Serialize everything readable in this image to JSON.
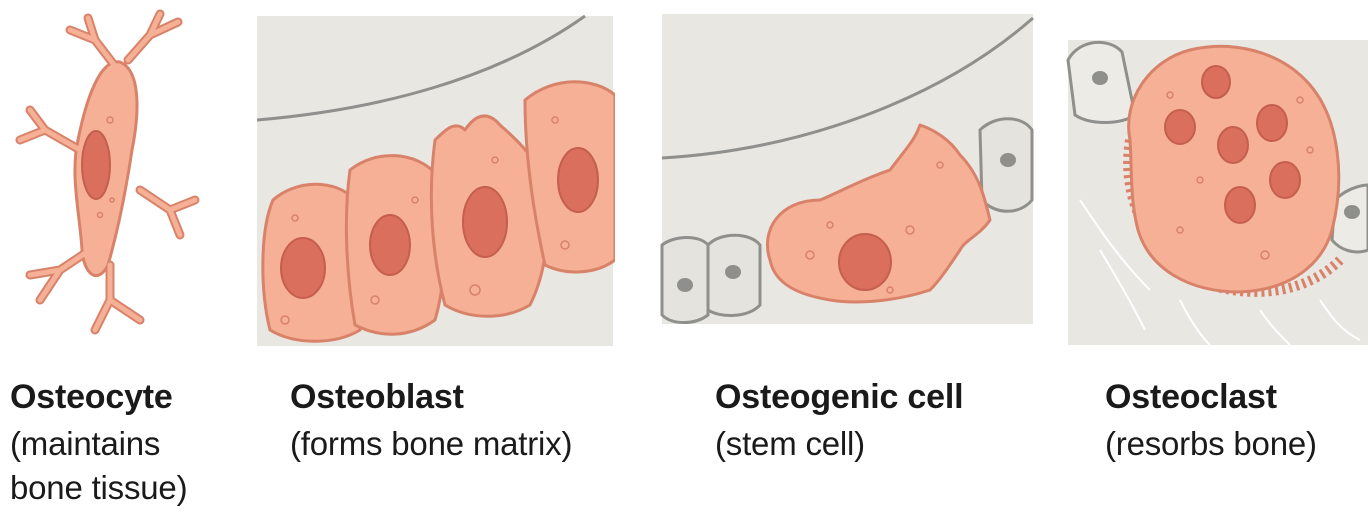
{
  "colors": {
    "cell_fill": "#f5b096",
    "cell_outline": "#d9826a",
    "nucleus": "#d96f5c",
    "matrix": "#e8e7e2",
    "matrix_outline": "#8f8f8c"
  },
  "cells": [
    {
      "name": "Osteocyte",
      "description_lines": [
        "(maintains",
        "bone tissue)"
      ]
    },
    {
      "name": "Osteoblast",
      "description_lines": [
        "(forms bone matrix)"
      ]
    },
    {
      "name": "Osteogenic cell",
      "description_lines": [
        "(stem cell)"
      ]
    },
    {
      "name": "Osteoclast",
      "description_lines": [
        "(resorbs bone)"
      ]
    }
  ]
}
